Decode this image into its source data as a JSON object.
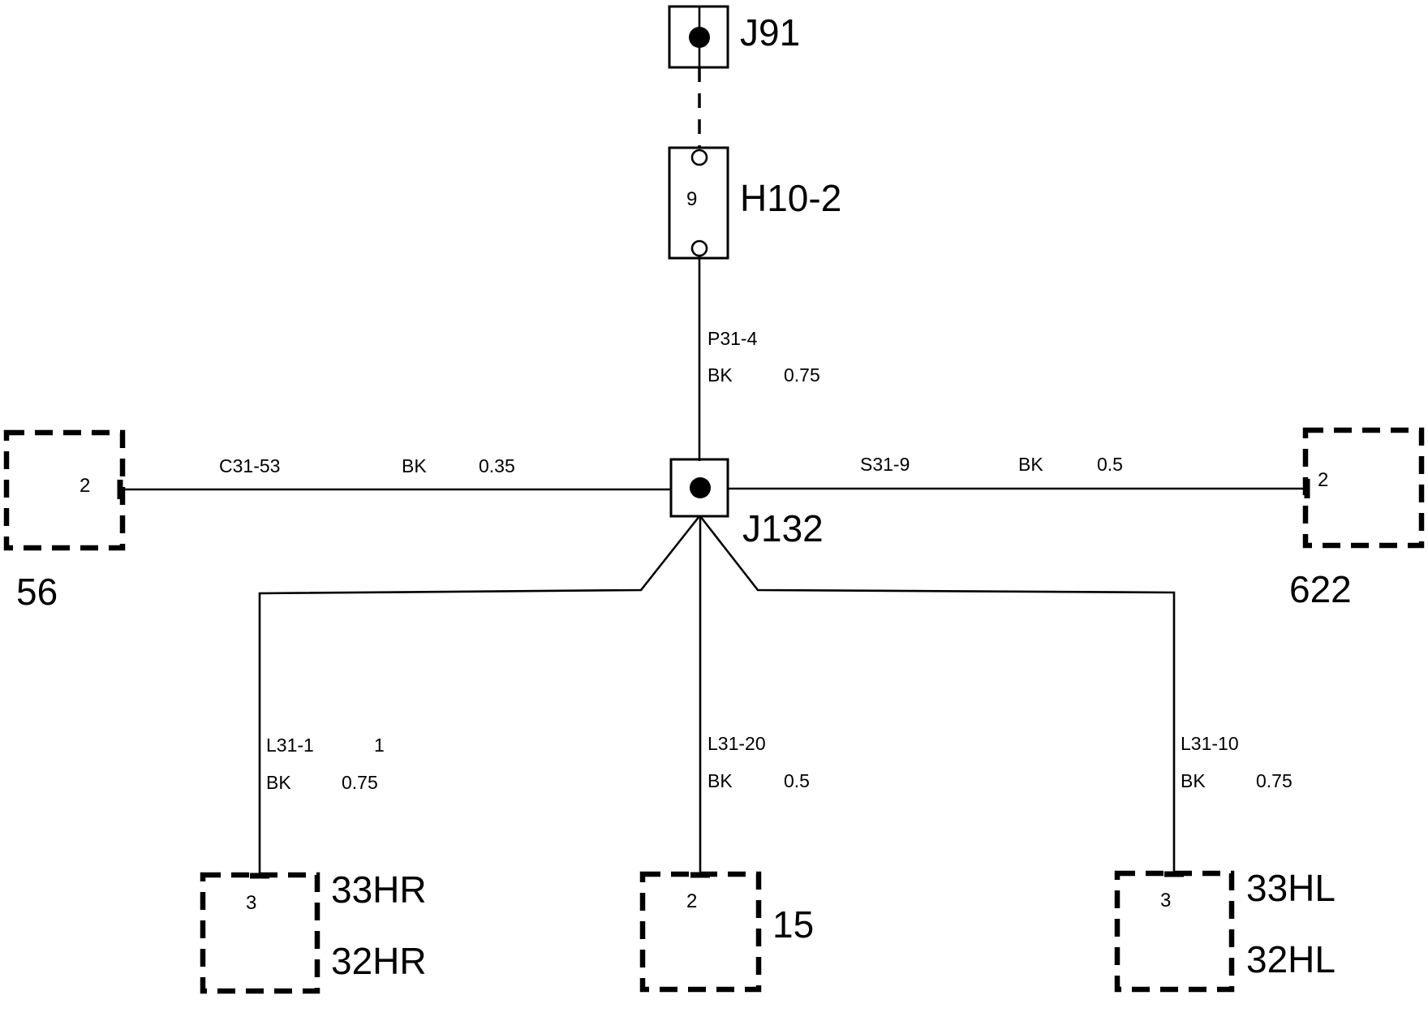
{
  "diagram": {
    "connectors": {
      "j91": "J91",
      "h10_2": "H10-2",
      "h10_2_pin": "9",
      "j132": "J132",
      "c56": {
        "name": "56",
        "pin": "2"
      },
      "c622": {
        "name": "622",
        "pin": "2"
      },
      "c33hr": {
        "name_top": "33HR",
        "name_bottom": "32HR",
        "pin": "3"
      },
      "c15": {
        "name": "15",
        "pin": "2"
      },
      "c33hl": {
        "name_top": "33HL",
        "name_bottom": "32HL",
        "pin": "3"
      }
    },
    "wires": {
      "p31_4": {
        "id": "P31-4",
        "color": "BK",
        "size": "0.75"
      },
      "c31_53": {
        "id": "C31-53",
        "color": "BK",
        "size": "0.35"
      },
      "s31_9": {
        "id": "S31-9",
        "color": "BK",
        "size": "0.5"
      },
      "l31_1": {
        "id": "L31-1",
        "extra": "1",
        "color": "BK",
        "size": "0.75"
      },
      "l31_20": {
        "id": "L31-20",
        "color": "BK",
        "size": "0.5"
      },
      "l31_10": {
        "id": "L31-10",
        "color": "BK",
        "size": "0.75"
      }
    }
  }
}
